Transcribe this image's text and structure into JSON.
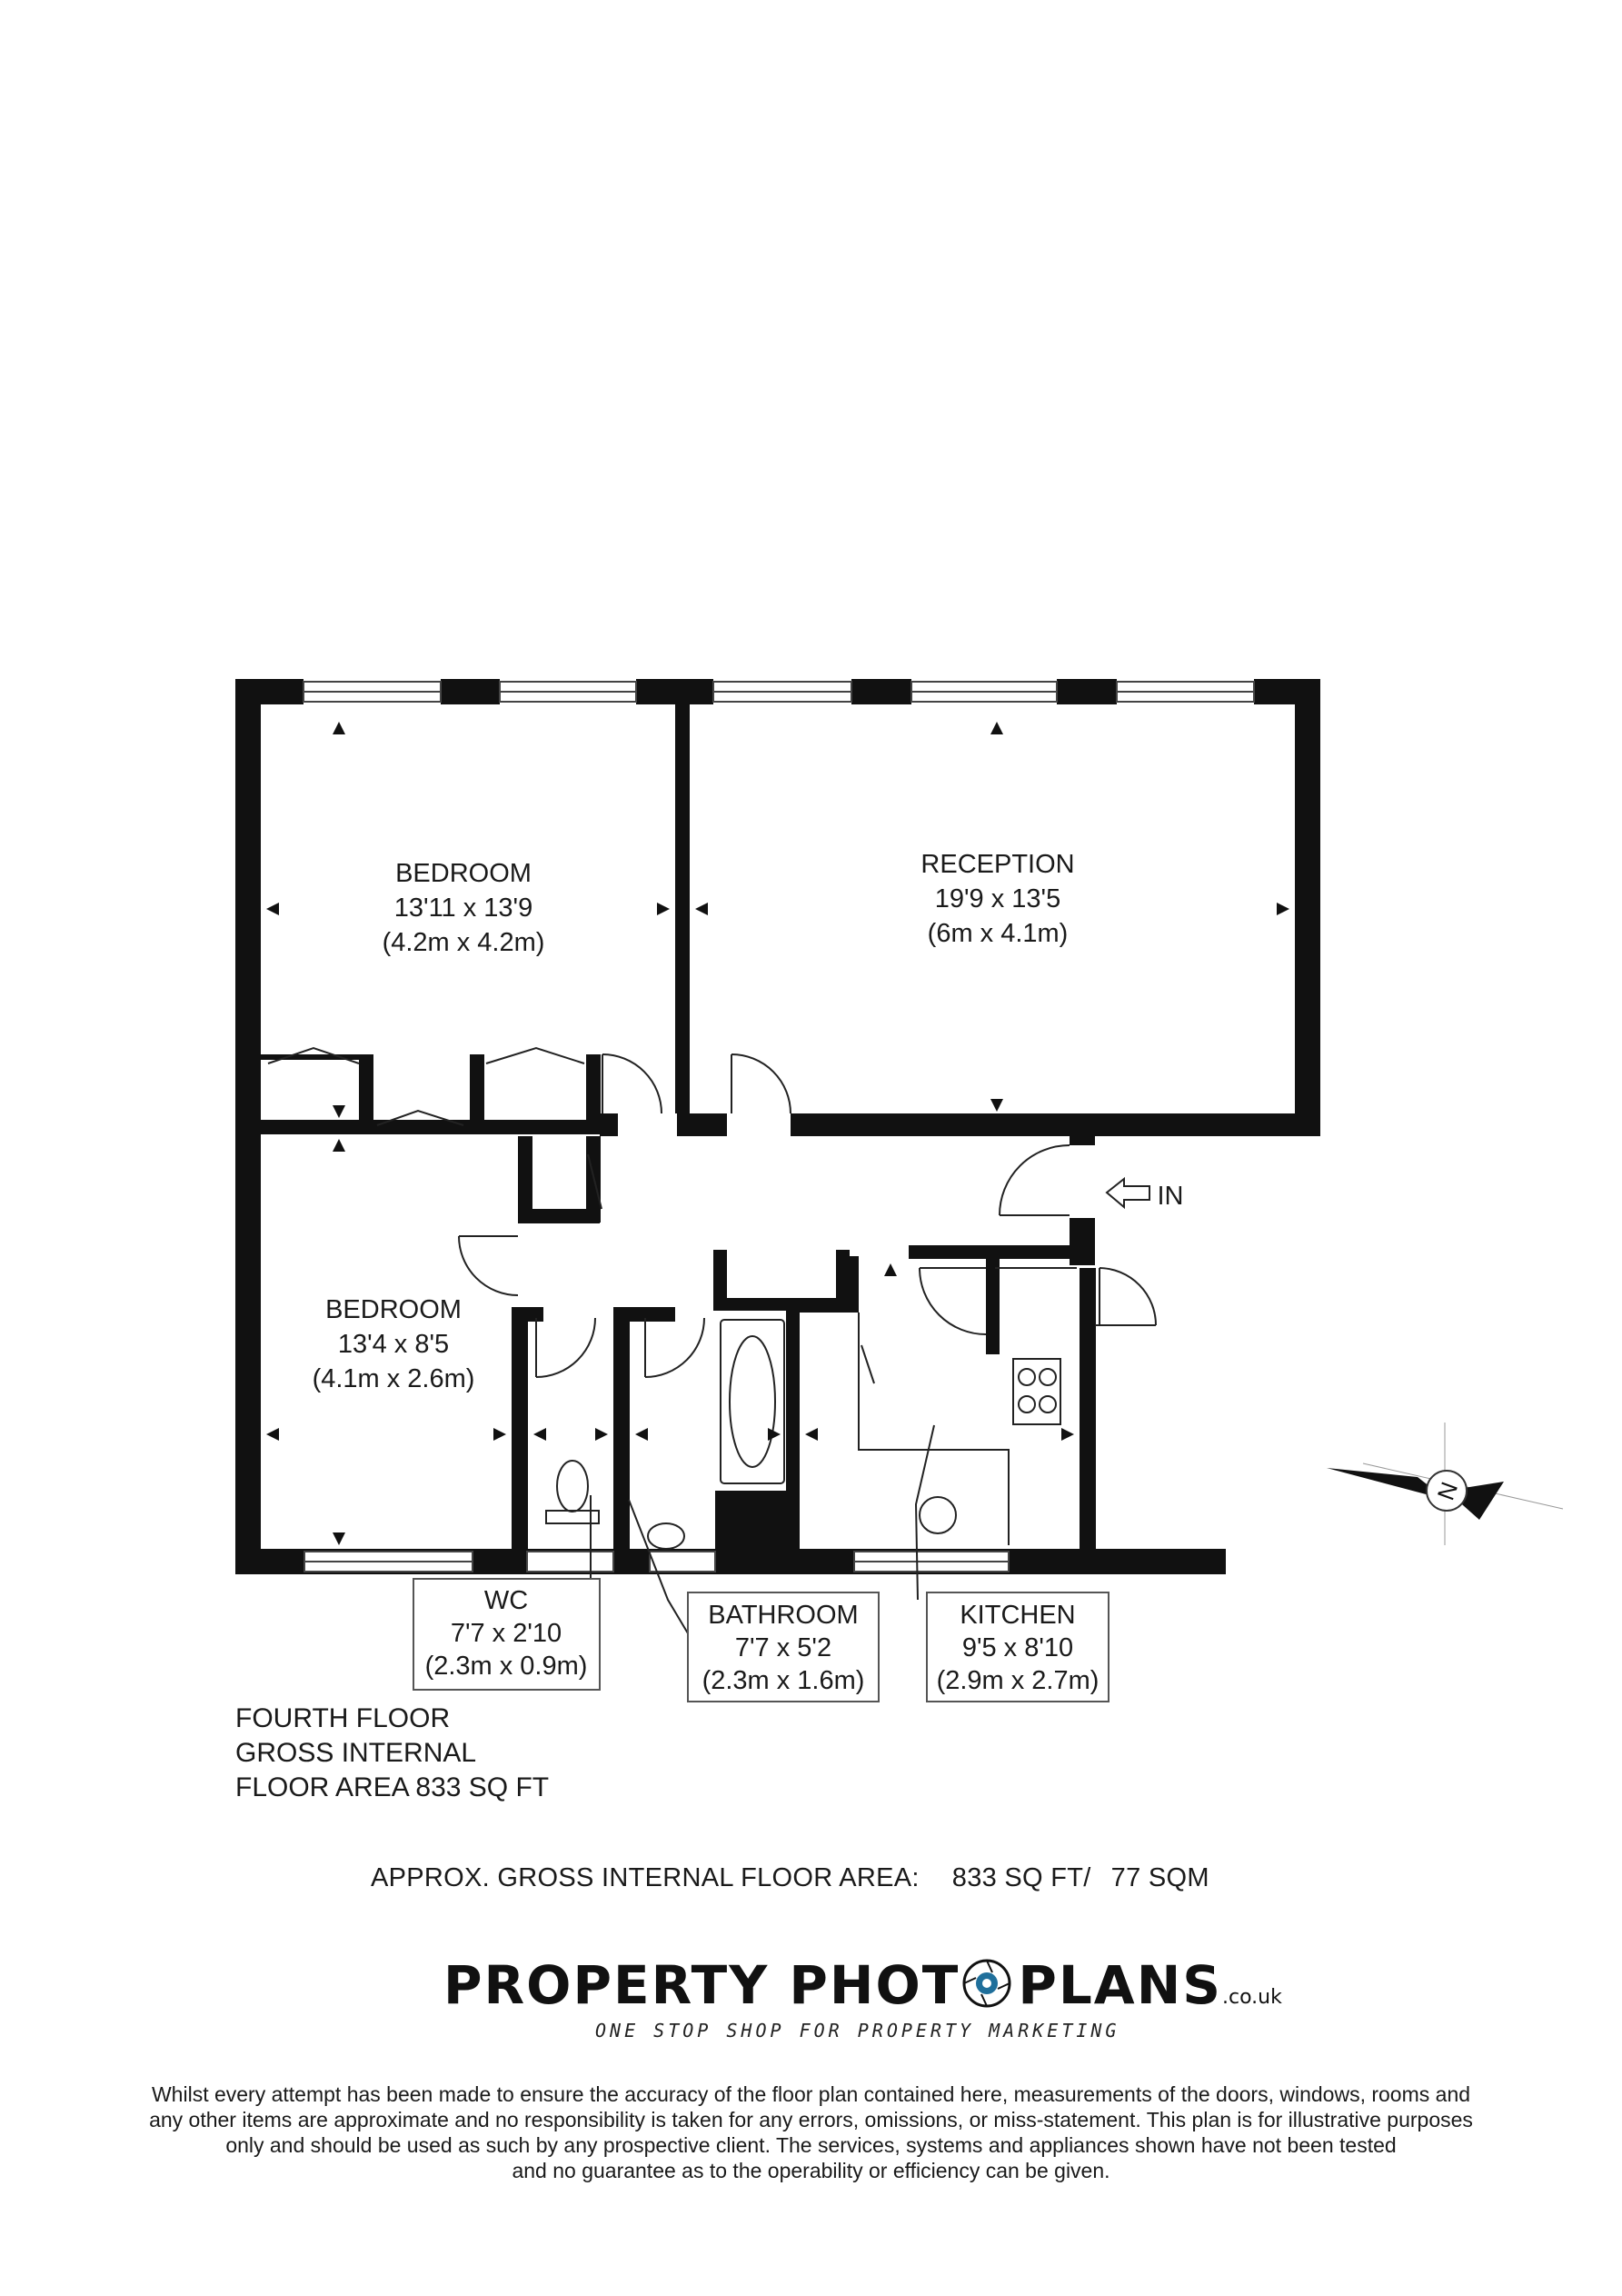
{
  "rooms": {
    "bedroom1": {
      "name": "BEDROOM",
      "imperial": "13'11 x 13'9",
      "metric": "(4.2m x 4.2m)"
    },
    "reception": {
      "name": "RECEPTION",
      "imperial": "19'9 x 13'5",
      "metric": "(6m x 4.1m)"
    },
    "bedroom2": {
      "name": "BEDROOM",
      "imperial": "13'4 x 8'5",
      "metric": "(4.1m x 2.6m)"
    },
    "wc": {
      "name": "WC",
      "imperial": "7'7 x 2'10",
      "metric": "(2.3m x 0.9m)"
    },
    "bathroom": {
      "name": "BATHROOM",
      "imperial": "7'7 x 5'2",
      "metric": "(2.3m x 1.6m)"
    },
    "kitchen": {
      "name": "KITCHEN",
      "imperial": "9'5 x 8'10",
      "metric": "(2.9m x 2.7m)"
    }
  },
  "entrance_label": "IN",
  "compass_label": "N",
  "floor_summary": {
    "line1": "FOURTH FLOOR",
    "line2": "GROSS INTERNAL",
    "line3": "FLOOR AREA 833 SQ FT"
  },
  "total_area": {
    "label": "APPROX. GROSS INTERNAL FLOOR AREA:",
    "sqft": "833 SQ FT/",
    "sqm": "77 SQM"
  },
  "logo": {
    "part1": "PROPERTY PHOT",
    "part2": "PLANS",
    "suffix": ".co.uk",
    "tagline": "ONE STOP SHOP FOR PROPERTY MARKETING"
  },
  "disclaimer": {
    "line1": "Whilst every attempt has been made to ensure the accuracy of the floor plan contained here, measurements of the doors, windows, rooms and",
    "line2": "any other items are approximate and no responsibility is taken for any errors, omissions, or miss-statement. This plan is for illustrative purposes",
    "line3": "only and should be used as such by any prospective client. The services, systems and appliances shown have not been tested",
    "line4": "and no guarantee as to the operability or efficiency can be given."
  },
  "colors": {
    "wall": "#111111",
    "line": "#333333",
    "background": "#ffffff"
  }
}
